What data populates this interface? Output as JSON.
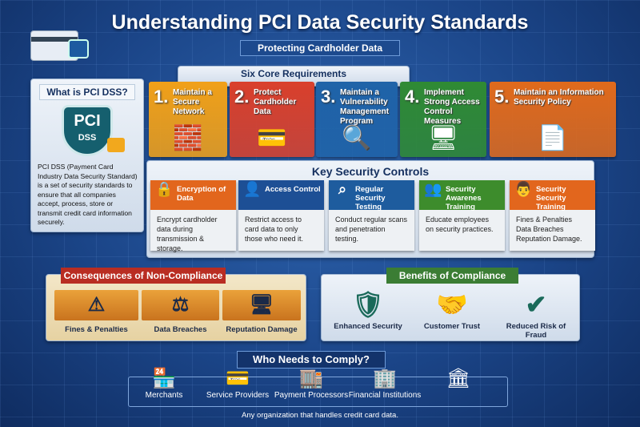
{
  "title": "Understanding PCI Data Security Standards",
  "subtitle": "Protecting Cardholder Data",
  "what_is": {
    "heading": "What is PCI DSS?",
    "logo_text": "PCI DSS",
    "description": "PCI DSS (Payment Card Industry Data Security Standard) is a set of security standards to ensure that all companies accept, process, store or transmit credit card information securely."
  },
  "core": {
    "heading": "Six Core Requirements",
    "items": [
      {
        "num": "1.",
        "label": "Maintain a Secure Network",
        "color": "#f0a019",
        "icon": "firewall-shield-icon"
      },
      {
        "num": "2.",
        "label": "Protect Cardholder Data",
        "color": "#d9402c",
        "icon": "credit-card-lock-icon"
      },
      {
        "num": "3.",
        "label": "Maintain a Vulnerability Management Program",
        "color": "#1f63a8",
        "icon": "magnifier-bug-icon"
      },
      {
        "num": "4.",
        "label": "Implement Strong Access Control Measures",
        "color": "#2f8a34",
        "icon": "monitor-lock-icon"
      },
      {
        "num": "5.",
        "label": "Maintain an Information Security Policy",
        "color": "#e06a1c",
        "icon": "documents-shield-icon"
      }
    ]
  },
  "controls": {
    "heading": "Key Security Controls",
    "items": [
      {
        "label": "Encryption of Data",
        "body": "Encrypt cardholder data during transmission & storage.",
        "color": "#e2661d",
        "icon": "padlock-icon"
      },
      {
        "label": "Access Control",
        "body": "Restrict access to card data to only those who need it.",
        "color": "#1d4f95",
        "icon": "user-icon"
      },
      {
        "label": "Regular Security Testing",
        "body": "Conduct regular scans and penetration testing.",
        "color": "#1e5c9e",
        "icon": "scan-icon"
      },
      {
        "label": "Security Awarenes Training",
        "body": "Educate employees on security practices.",
        "color": "#3d8c2c",
        "icon": "training-icon"
      },
      {
        "label": "Security Security Training",
        "body": "Fines & Penalties Data Breaches Reputation Damage.",
        "color": "#e2661d",
        "icon": "trainer-icon"
      }
    ]
  },
  "consequences": {
    "heading": "Consequences of Non-Compliance",
    "items": [
      {
        "label": "Fines & Penalties",
        "icon": "warning-coins-icon"
      },
      {
        "label": "Data Breaches",
        "icon": "gavel-icon"
      },
      {
        "label": "Reputation Damage",
        "icon": "monitor-server-icon"
      }
    ]
  },
  "benefits": {
    "heading": "Benefits of Compliance",
    "items": [
      {
        "label": "Enhanced Security",
        "icon": "shields-icon"
      },
      {
        "label": "Customer Trust",
        "icon": "handshake-icon"
      },
      {
        "label": "Reduced Risk of Fraud",
        "icon": "checkmark-icon"
      }
    ]
  },
  "who": {
    "heading": "Who Needs to Comply?",
    "items": [
      {
        "label": "Merchants",
        "icon": "store-icon"
      },
      {
        "label": "Service Providers",
        "icon": "card-check-icon"
      },
      {
        "label": "Payment Processors",
        "icon": "processor-icon"
      },
      {
        "label": "Financial Institutions",
        "icon": "building-icon"
      },
      {
        "label": "",
        "icon": "bank-icon"
      }
    ],
    "footer": "Any organization that handles credit card data."
  }
}
